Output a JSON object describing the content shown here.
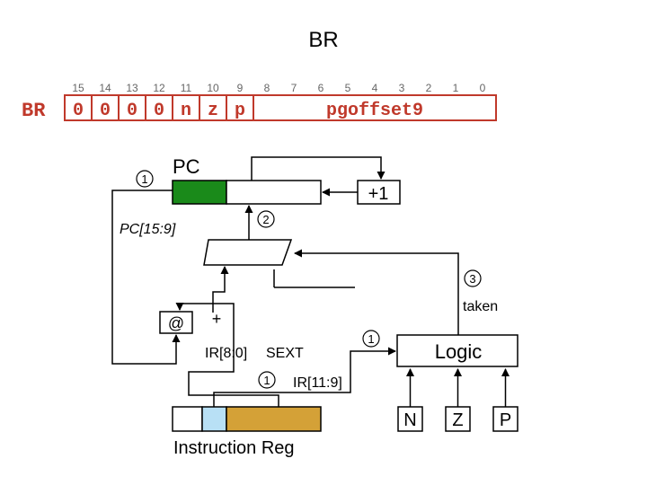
{
  "slide": {
    "title": "BR"
  },
  "instruction_format": {
    "mnemonic": "BR",
    "bit_numbers": [
      "15",
      "14",
      "13",
      "12",
      "11",
      "10",
      "9",
      "8",
      "7",
      "6",
      "5",
      "4",
      "3",
      "2",
      "1",
      "0"
    ],
    "fields": [
      "0",
      "0",
      "0",
      "0",
      "n",
      "z",
      "p",
      "pgoffset9"
    ],
    "accent_color": "#c0392b"
  },
  "datapath": {
    "pc_label": "PC",
    "inc_label": "+1",
    "pc_bits_label": "PC[15:9]",
    "at_label": "@",
    "plus_label": "+",
    "ir_low_label": "IR[8:0]",
    "sext_label": "SEXT",
    "ir_nzp_label": "IR[11:9]",
    "logic_label": "Logic",
    "taken_label": "taken",
    "flags": [
      "N",
      "Z",
      "P"
    ],
    "instruction_reg_label": "Instruction Reg",
    "step_markers": [
      "1",
      "2",
      "3",
      "1",
      "1"
    ],
    "colors": {
      "pc_fill": "#1a8a1a",
      "ir_nzp_fill": "#b8e0f5",
      "ir_offset_fill": "#d4a137"
    }
  }
}
